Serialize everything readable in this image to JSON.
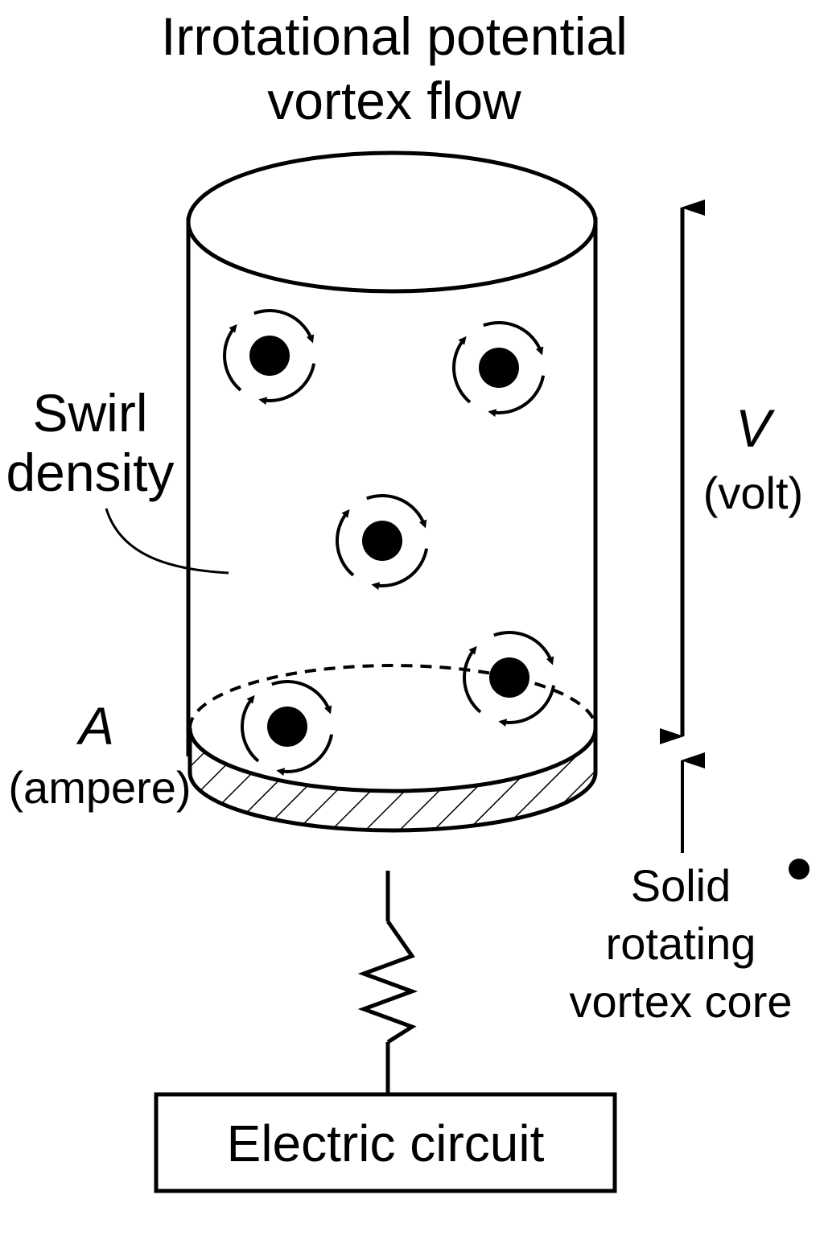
{
  "title": {
    "line1": "Irrotational potential",
    "line2": "vortex flow"
  },
  "labels": {
    "swirl_line1": "Swirl",
    "swirl_line2": "density",
    "voltage_symbol": "V",
    "voltage_unit": "(volt)",
    "current_symbol": "A",
    "current_unit": "(ampere)",
    "core_line1": "Solid",
    "core_line2": "rotating",
    "core_line3": "vortex core"
  },
  "circuit_box": {
    "label": "Electric circuit"
  },
  "vortices": {
    "count": 5,
    "rotation": "clockwise"
  },
  "colors": {
    "ink": "#000000",
    "background": "#ffffff"
  }
}
